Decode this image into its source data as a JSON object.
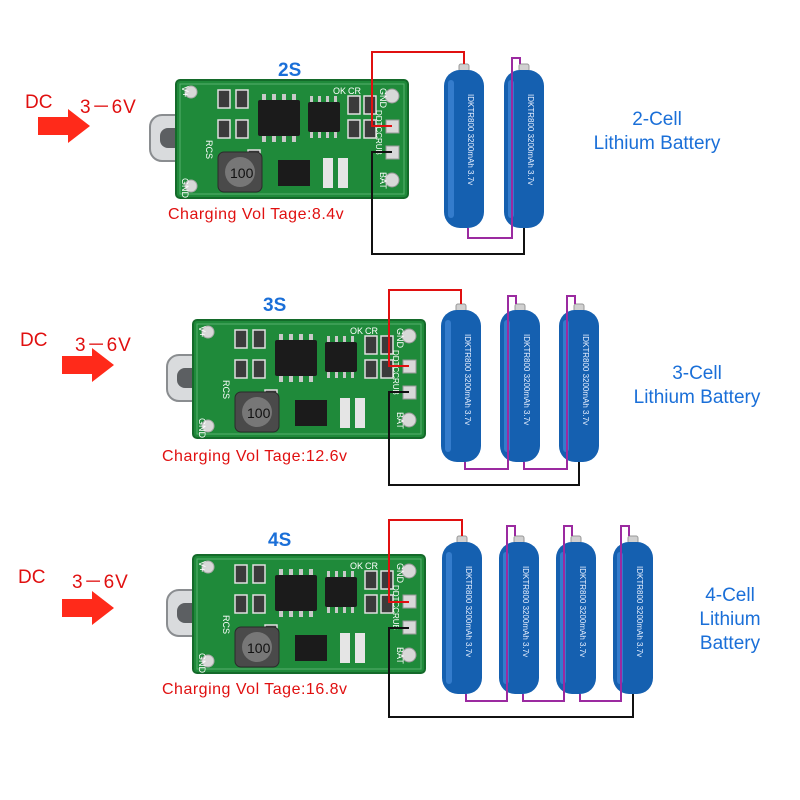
{
  "rows": [
    {
      "series_label": "2S",
      "dc_label": "DC",
      "voltage_range": "3－6V",
      "charging_voltage": "Charging Vol Tage:8.4v",
      "battery_label_lines": [
        "2-Cell",
        "Lithium Battery"
      ],
      "cells": 2
    },
    {
      "series_label": "3S",
      "dc_label": "DC",
      "voltage_range": "3－6V",
      "charging_voltage": "Charging Vol Tage:12.6v",
      "battery_label_lines": [
        "3-Cell",
        "Lithium Battery"
      ],
      "cells": 3
    },
    {
      "series_label": "4S",
      "dc_label": "DC",
      "voltage_range": "3－6V",
      "charging_voltage": "Charging Vol Tage:16.8v",
      "battery_label_lines": [
        "4-Cell",
        "Lithium",
        "Battery"
      ],
      "cells": 4
    }
  ],
  "board": {
    "pin_labels": [
      "GND",
      "BAT",
      "GND",
      "V+"
    ],
    "silkscreen": [
      "RCS",
      "OK",
      "CR",
      "DDTCCRUB"
    ],
    "inductor_value": "100"
  },
  "battery_print": "IDKTR800 3200mAh 3.7v",
  "colors": {
    "pcb": "#1f8a3a",
    "battery": "#1560b0",
    "wire_red": "#e01010",
    "wire_purple": "#9b2aa0",
    "wire_black": "#111111",
    "arrow": "#ff2a1a"
  }
}
